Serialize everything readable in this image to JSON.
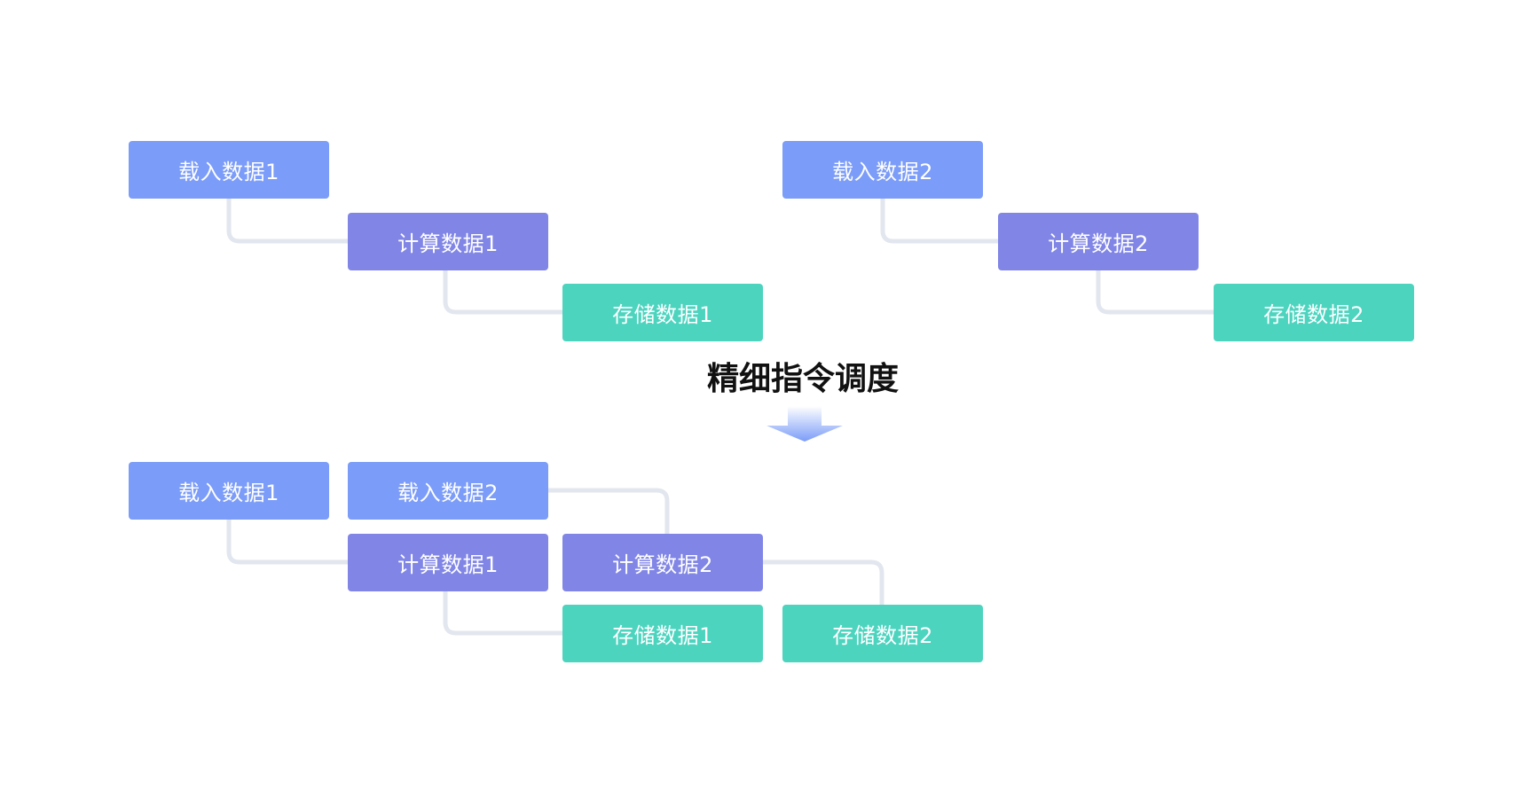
{
  "diagram": {
    "title": "精细指令调度",
    "colors": {
      "load": "#7b9cf8",
      "compute": "#8186e6",
      "store": "#4cd4bf",
      "connector": "#e2e6ee"
    },
    "before": {
      "pipeline_1": {
        "load": "载入数据1",
        "compute": "计算数据1",
        "store": "存储数据1"
      },
      "pipeline_2": {
        "load": "载入数据2",
        "compute": "计算数据2",
        "store": "存储数据2"
      }
    },
    "after": {
      "load_1": "载入数据1",
      "load_2": "载入数据2",
      "compute_1": "计算数据1",
      "compute_2": "计算数据2",
      "store_1": "存储数据1",
      "store_2": "存储数据2"
    },
    "arrow_icon": "down-arrow-icon"
  }
}
